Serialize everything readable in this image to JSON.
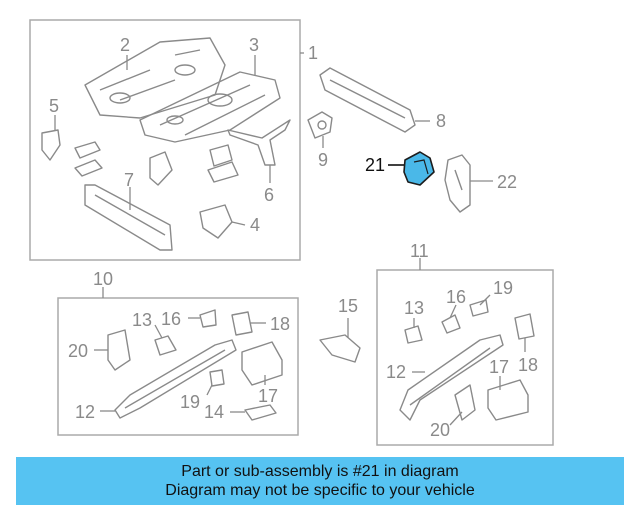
{
  "callouts": {
    "c1": "1",
    "c2": "2",
    "c3": "3",
    "c4": "4",
    "c5": "5",
    "c6": "6",
    "c7": "7",
    "c8": "8",
    "c9": "9",
    "c10": "10",
    "c11": "11",
    "c12a": "12",
    "c12b": "12",
    "c13a": "13",
    "c13b": "13",
    "c14": "14",
    "c15": "15",
    "c16a": "16",
    "c16b": "16",
    "c17a": "17",
    "c17b": "17",
    "c18a": "18",
    "c18b": "18",
    "c19a": "19",
    "c19b": "19",
    "c20a": "20",
    "c20b": "20",
    "c21": "21",
    "c22": "22"
  },
  "highlight_color": "#4ab8e8",
  "banner": {
    "line1": "Part or sub-assembly is #21 in diagram",
    "line2": "Diagram may not be specific to your vehicle",
    "color": "#56c3f2"
  }
}
